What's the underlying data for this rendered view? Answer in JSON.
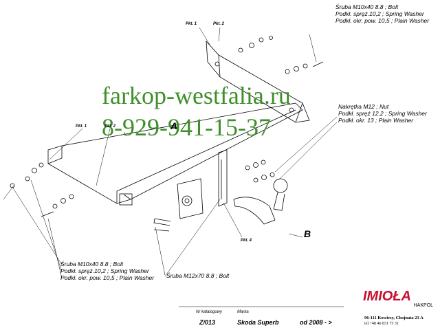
{
  "watermark": {
    "line1": "farkop-westfalia.ru",
    "line2": "8-929-941-15-37"
  },
  "notes": {
    "top_right": [
      "Śruba M10x40  8.8 ;  Bolt",
      "Podkł. spręż.10,2 ; Spring Washer",
      "Podkł. okr. pow. 10,5 ; Plain Washer"
    ],
    "mid_right": [
      "Nakrętka  M12 ; Nut",
      "Podkł. spręż 12,2 ; Spring Washer",
      "Podkł. okr. 13 ; Plain Washer"
    ],
    "bottom_left": [
      "Śruba M10x40  8.8 ;  Bolt",
      "Podkł. spręż.10,2 ; Spring Washer",
      "Podkł. okr. pow. 10,5 ; Plain Washer"
    ],
    "bolt_m12": "Śruba M12x70 8.8 ;  Bolt"
  },
  "callouts": {
    "pkt1_top": "Pkt. 1",
    "pkt2_top": "Pkt. 2",
    "pkt1_left": "Pkt. 1",
    "pkt2_left": "Pkt. 2",
    "pkt4": "Pkt. 4",
    "label_a": "A",
    "label_b": "B"
  },
  "footer": {
    "catalog_label": "Nr katalogowy",
    "catalog_no": "Z/013",
    "brand_label": "Marka",
    "model": "Skoda Superb",
    "since": "od 2008 - >"
  },
  "logo": {
    "name": "IMIOŁA",
    "sub": "HAKPOL",
    "address": "96-111 Kowiesy, Chojnata 23 A",
    "phone": "tel.+48 46 831 75 31",
    "color": "#c8102e"
  },
  "colors": {
    "watermark": "#3f8f2a"
  }
}
